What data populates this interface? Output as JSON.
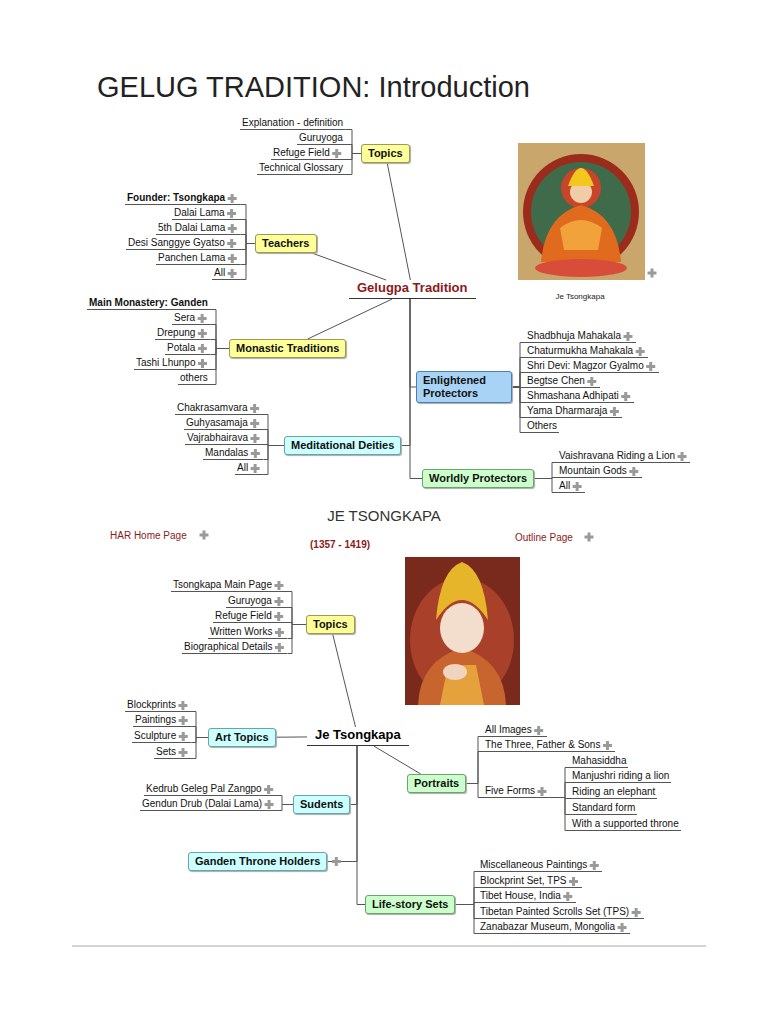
{
  "diagram": {
    "title": "GELUG TRADITION: Introduction",
    "nodes": [
      {
        "text": [
          "Gelugpa Tradition"
        ]
      },
      {
        "text": [
          "Topics"
        ]
      },
      {
        "text": [
          "Explanation - definition"
        ]
      },
      {
        "text": [
          "Guruyoga"
        ]
      },
      {
        "text": [
          "Refuge Field"
        ]
      },
      {
        "text": [
          "Technical Glossary"
        ]
      },
      {
        "text": [
          "Teachers"
        ]
      },
      {
        "text": [
          "Founder: Tsongkapa"
        ]
      },
      {
        "text": [
          "Dalai Lama"
        ]
      },
      {
        "text": [
          "5th Dalai Lama"
        ]
      },
      {
        "text": [
          "Desi Sanggye Gyatso"
        ]
      },
      {
        "text": [
          "Panchen Lama"
        ]
      },
      {
        "text": [
          "All"
        ]
      },
      {
        "text": [
          "Monastic Traditions"
        ]
      },
      {
        "text": [
          "Main Monastery: Ganden"
        ]
      },
      {
        "text": [
          "Sera"
        ]
      },
      {
        "text": [
          "Drepung"
        ]
      },
      {
        "text": [
          "Potala"
        ]
      },
      {
        "text": [
          "Tashi Lhunpo"
        ]
      },
      {
        "text": [
          "others"
        ]
      },
      {
        "text": [
          "Meditational Deities"
        ]
      },
      {
        "text": [
          "Chakrasamvara"
        ]
      },
      {
        "text": [
          "Guhyasamaja"
        ]
      },
      {
        "text": [
          "Vajrabhairava"
        ]
      },
      {
        "text": [
          "Mandalas"
        ]
      },
      {
        "text": [
          "All"
        ]
      },
      {
        "text": [
          "Enlightened Protectors"
        ]
      },
      {
        "text": [
          "Shadbhuja Mahakala"
        ]
      },
      {
        "text": [
          "Chaturmukha Mahakala"
        ]
      },
      {
        "text": [
          "Shri Devi: Magzor Gyalmo"
        ]
      },
      {
        "text": [
          "Begtse Chen"
        ]
      },
      {
        "text": [
          "Shmashana Adhipati"
        ]
      },
      {
        "text": [
          "Yama Dharmaraja"
        ]
      },
      {
        "text": [
          "Others"
        ]
      },
      {
        "text": [
          "Worldly Protectors"
        ]
      },
      {
        "text": [
          "Vaishravana Riding a Lion"
        ]
      },
      {
        "text": [
          "Mountain Gods"
        ]
      },
      {
        "text": [
          "All"
        ]
      },
      {
        "text": [
          "Je Tsongkapa"
        ]
      },
      {
        "text": [
          "Topics"
        ]
      },
      {
        "text": [
          "Tsongkapa Main Page"
        ]
      },
      {
        "text": [
          "Guruyoga"
        ]
      },
      {
        "text": [
          "Refuge Field"
        ]
      },
      {
        "text": [
          "Written Works"
        ]
      },
      {
        "text": [
          "Biographical Details"
        ]
      },
      {
        "text": [
          "Art Topics"
        ]
      },
      {
        "text": [
          "Blockprints"
        ]
      },
      {
        "text": [
          "Paintings"
        ]
      },
      {
        "text": [
          "Sculpture"
        ]
      },
      {
        "text": [
          "Sets"
        ]
      },
      {
        "text": [
          "Sudents"
        ]
      },
      {
        "text": [
          "Kedrub Geleg Pal Zangpo"
        ]
      },
      {
        "text": [
          "Gendun Drub (Dalai Lama)"
        ]
      },
      {
        "text": [
          "Ganden Throne Holders"
        ]
      },
      {
        "text": [
          "Portraits"
        ]
      },
      {
        "text": [
          "All Images"
        ]
      },
      {
        "text": [
          "The Three, Father & Sons"
        ]
      },
      {
        "text": [
          "Five Forms"
        ]
      },
      {
        "text": [
          "Mahasiddha"
        ]
      },
      {
        "text": [
          "Manjushri riding a lion"
        ]
      },
      {
        "text": [
          "Riding an elephant"
        ]
      },
      {
        "text": [
          "Standard form"
        ]
      },
      {
        "text": [
          "With a supported throne"
        ]
      },
      {
        "text": [
          "Life-story Sets"
        ]
      },
      {
        "text": [
          "Miscellaneous Paintings"
        ]
      },
      {
        "text": [
          "Blockprint Set, TPS"
        ]
      },
      {
        "text": [
          "Tibet House, India"
        ]
      },
      {
        "text": [
          "Tibetan Painted Scrolls Set (TPS)"
        ]
      },
      {
        "text": [
          "Zanabazar Museum, Mongolia"
        ]
      }
    ],
    "edges": [
      {
        "from": 0,
        "to": 1,
        "arrow": "none"
      },
      {
        "from": 0,
        "to": 6,
        "arrow": "none"
      },
      {
        "from": 0,
        "to": 13,
        "arrow": "none"
      },
      {
        "from": 0,
        "to": 20,
        "arrow": "none"
      },
      {
        "from": 0,
        "to": 26,
        "arrow": "none"
      },
      {
        "from": 0,
        "to": 34,
        "arrow": "none"
      },
      {
        "from": 1,
        "to": 2,
        "arrow": "none"
      },
      {
        "from": 1,
        "to": 3,
        "arrow": "none"
      },
      {
        "from": 1,
        "to": 4,
        "arrow": "none"
      },
      {
        "from": 1,
        "to": 5,
        "arrow": "none"
      },
      {
        "from": 6,
        "to": 7,
        "arrow": "none"
      },
      {
        "from": 6,
        "to": 8,
        "arrow": "none"
      },
      {
        "from": 6,
        "to": 9,
        "arrow": "none"
      },
      {
        "from": 6,
        "to": 10,
        "arrow": "none"
      },
      {
        "from": 6,
        "to": 11,
        "arrow": "none"
      },
      {
        "from": 6,
        "to": 12,
        "arrow": "none"
      },
      {
        "from": 13,
        "to": 14,
        "arrow": "none"
      },
      {
        "from": 13,
        "to": 15,
        "arrow": "none"
      },
      {
        "from": 13,
        "to": 16,
        "arrow": "none"
      },
      {
        "from": 13,
        "to": 17,
        "arrow": "none"
      },
      {
        "from": 13,
        "to": 18,
        "arrow": "none"
      },
      {
        "from": 13,
        "to": 19,
        "arrow": "none"
      },
      {
        "from": 20,
        "to": 21,
        "arrow": "none"
      },
      {
        "from": 20,
        "to": 22,
        "arrow": "none"
      },
      {
        "from": 20,
        "to": 23,
        "arrow": "none"
      },
      {
        "from": 20,
        "to": 24,
        "arrow": "none"
      },
      {
        "from": 20,
        "to": 25,
        "arrow": "none"
      },
      {
        "from": 26,
        "to": 27,
        "arrow": "none"
      },
      {
        "from": 26,
        "to": 28,
        "arrow": "none"
      },
      {
        "from": 26,
        "to": 29,
        "arrow": "none"
      },
      {
        "from": 26,
        "to": 30,
        "arrow": "none"
      },
      {
        "from": 26,
        "to": 31,
        "arrow": "none"
      },
      {
        "from": 26,
        "to": 32,
        "arrow": "none"
      },
      {
        "from": 26,
        "to": 33,
        "arrow": "none"
      },
      {
        "from": 34,
        "to": 35,
        "arrow": "none"
      },
      {
        "from": 34,
        "to": 36,
        "arrow": "none"
      },
      {
        "from": 34,
        "to": 37,
        "arrow": "none"
      },
      {
        "from": 38,
        "to": 39,
        "arrow": "none"
      },
      {
        "from": 38,
        "to": 45,
        "arrow": "none"
      },
      {
        "from": 38,
        "to": 50,
        "arrow": "none"
      },
      {
        "from": 38,
        "to": 53,
        "arrow": "none"
      },
      {
        "from": 38,
        "to": 54,
        "arrow": "none"
      },
      {
        "from": 38,
        "to": 63,
        "arrow": "none"
      },
      {
        "from": 39,
        "to": 40,
        "arrow": "none"
      },
      {
        "from": 39,
        "to": 41,
        "arrow": "none"
      },
      {
        "from": 39,
        "to": 42,
        "arrow": "none"
      },
      {
        "from": 39,
        "to": 43,
        "arrow": "none"
      },
      {
        "from": 39,
        "to": 44,
        "arrow": "none"
      },
      {
        "from": 45,
        "to": 46,
        "arrow": "none"
      },
      {
        "from": 45,
        "to": 47,
        "arrow": "none"
      },
      {
        "from": 45,
        "to": 48,
        "arrow": "none"
      },
      {
        "from": 45,
        "to": 49,
        "arrow": "none"
      },
      {
        "from": 50,
        "to": 51,
        "arrow": "none"
      },
      {
        "from": 50,
        "to": 52,
        "arrow": "none"
      },
      {
        "from": 54,
        "to": 55,
        "arrow": "none"
      },
      {
        "from": 54,
        "to": 56,
        "arrow": "none"
      },
      {
        "from": 54,
        "to": 57,
        "arrow": "none"
      },
      {
        "from": 57,
        "to": 58,
        "arrow": "none"
      },
      {
        "from": 57,
        "to": 59,
        "arrow": "none"
      },
      {
        "from": 57,
        "to": 60,
        "arrow": "none"
      },
      {
        "from": 57,
        "to": 61,
        "arrow": "none"
      },
      {
        "from": 57,
        "to": 62,
        "arrow": "none"
      },
      {
        "from": 63,
        "to": 64,
        "arrow": "none"
      },
      {
        "from": 63,
        "to": 65,
        "arrow": "none"
      },
      {
        "from": 63,
        "to": 66,
        "arrow": "none"
      },
      {
        "from": 63,
        "to": 67,
        "arrow": "none"
      },
      {
        "from": 63,
        "to": 68,
        "arrow": "none"
      }
    ],
    "labels": [
      "Je Tsongkapa",
      "JE TSONGKAPA",
      "HAR Home Page",
      "(1357 - 1419)",
      "Outline Page"
    ]
  }
}
